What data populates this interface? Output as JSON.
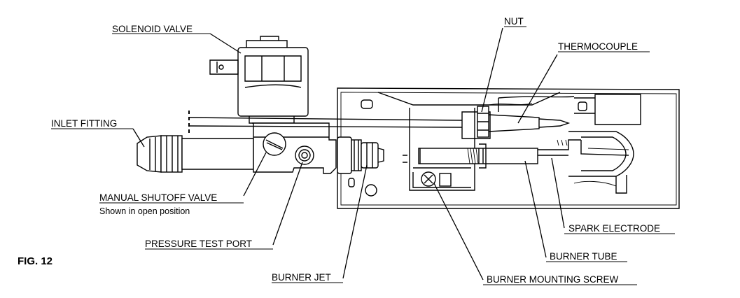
{
  "figure": {
    "label": "FIG. 12"
  },
  "callouts": {
    "solenoid_valve": "SOLENOID VALVE",
    "nut": "NUT",
    "thermocouple": "THERMOCOUPLE",
    "inlet_fitting": "INLET FITTING",
    "manual_shutoff_valve": "MANUAL SHUTOFF VALVE",
    "manual_shutoff_note": "Shown in open position",
    "pressure_test_port": "PRESSURE TEST PORT",
    "burner_jet": "BURNER JET",
    "spark_electrode": "SPARK ELECTRODE",
    "burner_tube": "BURNER TUBE",
    "burner_mounting_screw": "BURNER MOUNTING SCREW"
  },
  "colors": {
    "ink": "#000000",
    "paper": "#ffffff"
  }
}
